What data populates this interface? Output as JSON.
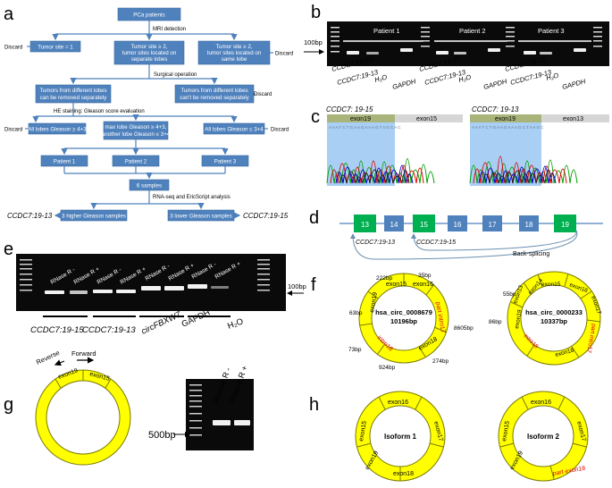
{
  "panels": {
    "a": "a",
    "b": "b",
    "c": "c",
    "d": "d",
    "e": "e",
    "f": "f",
    "g": "g",
    "h": "h"
  },
  "panel_a": {
    "top": "PCa patients",
    "mri": "MRI detection",
    "discard": "Discard",
    "tumor1": "Tumor site = 1",
    "sep1": "Tumor site ≥ 2,",
    "sep2": "tumor sites located on",
    "sep3": "separate lobes",
    "same1": "Tumor site ≥ 2,",
    "same2": "tumor sites located on",
    "same3": "same lobe",
    "surgical": "Surgical operation",
    "diff1": "Tumors from different lobes",
    "diff2": "can be removed separately",
    "cant1": "Tumors from different lobes",
    "cant2": "can't be removed separately",
    "he": "HE staining: Gleason score evaluation",
    "all43": "All lobes Gleason ≥ 4+3",
    "max1": "max lobe Gleason ≥ 4+3,",
    "max2": "another lobe Gleason ≤ 3+4",
    "all34": "All lobes Gleason ≤ 3+4",
    "p1": "Patient 1",
    "p2": "Patient 2",
    "p3": "Patient 3",
    "six": "6 samples",
    "rna": "RNA-seq and EricScript analysis",
    "higher": "3 higher Gleason samples",
    "lower": "3 lower Gleason samples",
    "left_result": "CCDC7:19-13",
    "right_result": "CCDC7:19-15"
  },
  "panel_b": {
    "patients": [
      "Patient 1",
      "Patient 2",
      "Patient 3"
    ],
    "marker": "100bp",
    "lanes": [
      "CCDC7:19-15",
      "CCDC7:19-13",
      "H₂O",
      "GAPDH"
    ]
  },
  "panel_c": {
    "left_title": "CCDC7: 19-15",
    "left_exons": [
      "exon19",
      "exon15"
    ],
    "left_seq": "A A A T C T G A A G A A A G T A G C A C",
    "right_title": "CCDC7: 19-13",
    "right_exons": [
      "exon19",
      "exon13"
    ],
    "right_seq": "A A A T C T G A A G A A A G C T A A G C"
  },
  "panel_d": {
    "exons": [
      "13",
      "14",
      "15",
      "16",
      "17",
      "18",
      "19"
    ],
    "label_13": "CCDC7:19-13",
    "label_15": "CCDC7:19-15",
    "backsplicing": "Back-splicing"
  },
  "panel_e": {
    "lanes": [
      "RNase R -",
      "RNase R +",
      "RNase R -",
      "RNase R +",
      "RNase R -",
      "RNase R +",
      "RNase R -",
      "RNase R +"
    ],
    "marker": "100bp",
    "groups": [
      "CCDC7:19-15",
      "CCDC7:19-13",
      "circFBXW7",
      "GAPDH",
      "H₂O"
    ]
  },
  "panel_f": {
    "left": {
      "id": "hsa_circ_0008679",
      "size": "10196bp",
      "segments": [
        "exon15",
        "exon16",
        "exon17",
        "part intro17",
        "exon18",
        "intro18",
        "exon19"
      ],
      "lengths": [
        "222bp",
        "35bp",
        "8605bp",
        "274bp",
        "924bp",
        "73bp",
        "63bp"
      ]
    },
    "right": {
      "id": "hsa_circ_0000233",
      "size": "10337bp",
      "segments": [
        "exon14",
        "exon15",
        "exon16",
        "exon17",
        "part intro17",
        "exon18",
        "intro18",
        "exon19",
        "exon13"
      ],
      "lengths": [
        "55bp",
        "86bp"
      ]
    }
  },
  "panel_g": {
    "reverse": "Reverse",
    "forward": "Forward",
    "exons": [
      "exon19",
      "exon15"
    ],
    "lanes": [
      "RNase R -",
      "RNase R +"
    ],
    "marker": "500bp"
  },
  "panel_h": {
    "isoform1": {
      "label": "Isoform 1",
      "exons": [
        "exon16",
        "exon17",
        "exon18",
        "exon19",
        "exon15"
      ]
    },
    "isoform2": {
      "label": "Isoform 2",
      "exons": [
        "exon16",
        "exon17",
        "part exon18",
        "exon19",
        "exon15"
      ]
    }
  }
}
